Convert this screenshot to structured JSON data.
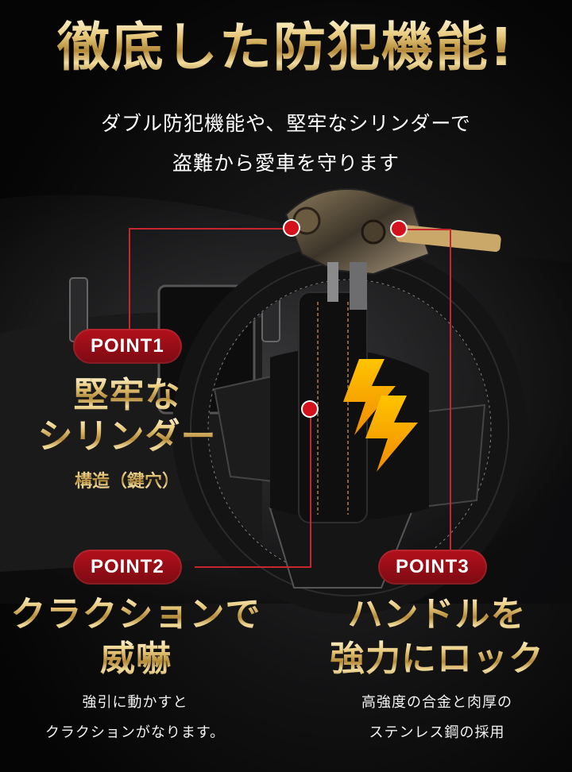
{
  "headline": "徹底した防犯機能!",
  "subheadline": {
    "line1": "ダブル防犯機能や、堅牢なシリンダーで",
    "line2": "盗難から愛車を守ります"
  },
  "points": [
    {
      "badge": "POINT1",
      "title_line1": "堅牢な",
      "title_line2": "シリンダー",
      "subtitle": "構造（鍵穴）"
    },
    {
      "badge": "POINT2",
      "title_line1": "クラクションで",
      "title_line2": "威嚇",
      "desc_line1": "強引に動かすと",
      "desc_line2": "クラクションがなります。"
    },
    {
      "badge": "POINT3",
      "title_line1": "ハンドルを",
      "title_line2": "強力にロック",
      "desc_line1": "高強度の合金と肉厚の",
      "desc_line2": "ステンレス鋼の採用"
    }
  ],
  "colors": {
    "badge_red": "#b3111b",
    "gold": "#d9b66a",
    "lightning": "#f5a100",
    "leader_line": "#c8262e"
  },
  "icons": [
    "lightning-icon",
    "steering-wheel-lock-photo"
  ]
}
